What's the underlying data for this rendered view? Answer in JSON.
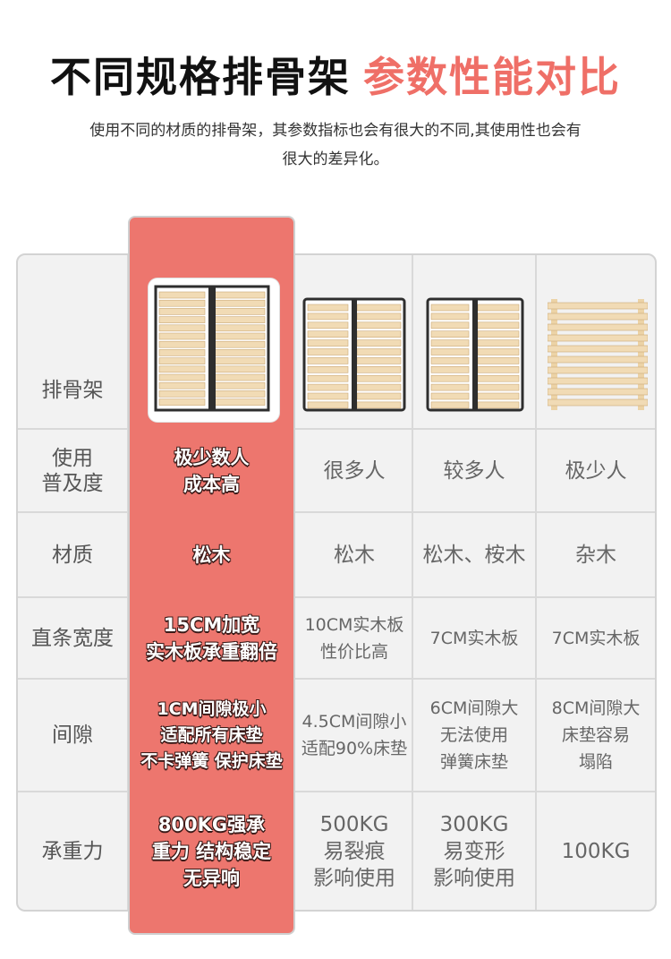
{
  "title": {
    "part1": "不同规格排骨架",
    "part2": "参数性能对比"
  },
  "subtitle": "使用不同的材质的排骨架，其参数指标也会有很大的不同,其使用性也会有很大的差异化。",
  "colors": {
    "accent": "#ed766e",
    "title_red": "#ef6f67",
    "table_bg": "#f2f2f2",
    "wood": "#f1dbb5",
    "frame": "#333333"
  },
  "rows": [
    {
      "label_lines": [
        "排骨架"
      ],
      "cells": []
    },
    {
      "label_lines": [
        "使用",
        "普及度"
      ],
      "cells": [
        [
          "极少数人",
          "成本高"
        ],
        [
          "很多人"
        ],
        [
          "较多人"
        ],
        [
          "极少人"
        ]
      ]
    },
    {
      "label_lines": [
        "材质"
      ],
      "cells": [
        [
          "松木"
        ],
        [
          "松木"
        ],
        [
          "松木、桉木"
        ],
        [
          "杂木"
        ]
      ]
    },
    {
      "label_lines": [
        "直条宽度"
      ],
      "cells": [
        [
          "15CM加宽",
          "实木板承重翻倍"
        ],
        [
          "10CM实木板",
          "性价比高"
        ],
        [
          "7CM实木板"
        ],
        [
          "7CM实木板"
        ]
      ]
    },
    {
      "label_lines": [
        "间隙"
      ],
      "cells": [
        [
          "1CM间隙极小",
          "适配所有床垫",
          "不卡弹簧 保护床垫"
        ],
        [
          "4.5CM间隙小",
          "适配90%床垫"
        ],
        [
          "6CM间隙大",
          "无法使用",
          "弹簧床垫"
        ],
        [
          "8CM间隙大",
          "床垫容易",
          "塌陷"
        ]
      ]
    },
    {
      "label_lines": [
        "承重力"
      ],
      "cells": [
        [
          "800KG强承",
          "重力 结构稳定",
          "无异响"
        ],
        [
          "500KG",
          "易裂痕",
          "影响使用"
        ],
        [
          "300KG",
          "易变形",
          "影响使用"
        ],
        [
          "100KG"
        ]
      ]
    }
  ]
}
